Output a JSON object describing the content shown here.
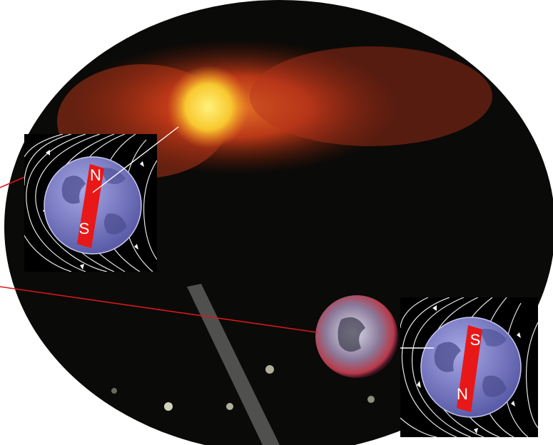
{
  "colors": {
    "background": "#ffffff",
    "space": "#0a0a08",
    "sun_glow": "#d8401a",
    "sun_core": "#f8d030",
    "earth": "#7a7cc8",
    "earth_land": "#4a4c8e",
    "magnet": "#e81818",
    "field_lines": "#ffffff",
    "leader_red": "#d81818",
    "leader_white": "#ffffff"
  },
  "icons": {
    "magnet": "bar-magnet-icon",
    "earth": "earth-globe-icon",
    "sun": "sun-icon"
  },
  "inset_top": {
    "north_label": "N",
    "south_label": "S"
  },
  "inset_bottom": {
    "north_label": "N",
    "south_label": "S"
  }
}
